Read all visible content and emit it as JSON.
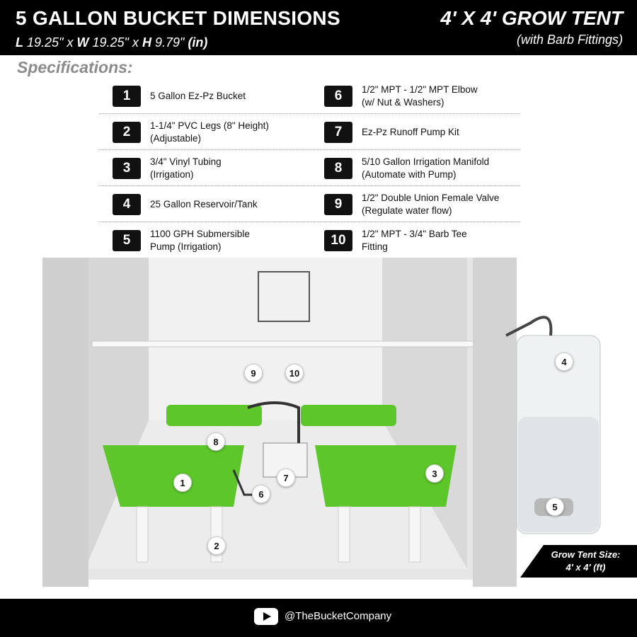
{
  "header": {
    "title": "5 GALLON BUCKET DIMENSIONS",
    "dim_l_label": "L",
    "dim_l_value": "19.25\"",
    "dim_w_label": "W",
    "dim_w_value": "19.25\"",
    "dim_h_label": "H",
    "dim_h_value": "9.79\"",
    "dim_x": "x",
    "dim_unit": "(in)",
    "tent_title": "4' X 4' GROW TENT",
    "tent_subtitle": "(with Barb Fittings)"
  },
  "spec_heading": "Specifications:",
  "specs": [
    {
      "num": "1",
      "text": "5 Gallon Ez-Pz Bucket"
    },
    {
      "num": "2",
      "text": "1-1/4\" PVC Legs (8\" Height)\n(Adjustable)"
    },
    {
      "num": "3",
      "text": "3/4\"  Vinyl Tubing\n(Irrigation)"
    },
    {
      "num": "4",
      "text": "25 Gallon Reservoir/Tank"
    },
    {
      "num": "5",
      "text": "1100 GPH Submersible\nPump (Irrigation)"
    },
    {
      "num": "6",
      "text": "1/2\" MPT - 1/2\" MPT Elbow\n(w/ Nut & Washers)"
    },
    {
      "num": "7",
      "text": "Ez-Pz Runoff Pump Kit"
    },
    {
      "num": "8",
      "text": "5/10 Gallon Irrigation Manifold\n(Automate with Pump)"
    },
    {
      "num": "9",
      "text": "1/2\" Double Union Female Valve\n(Regulate water flow)"
    },
    {
      "num": "10",
      "text": "1/2\" MPT - 3/4\" Barb Tee\nFitting"
    }
  ],
  "callouts": [
    "1",
    "2",
    "3",
    "4",
    "5",
    "6",
    "7",
    "8",
    "9",
    "10"
  ],
  "tent_size": {
    "label": "Grow Tent Size:",
    "value": "4' x 4' (ft)"
  },
  "footer": {
    "handle": "@TheBucketCompany",
    "icon": "youtube-icon"
  },
  "colors": {
    "bucket_green": "#5cc62a",
    "header_bg": "#000000",
    "heading_gray": "#8b8b8b"
  }
}
